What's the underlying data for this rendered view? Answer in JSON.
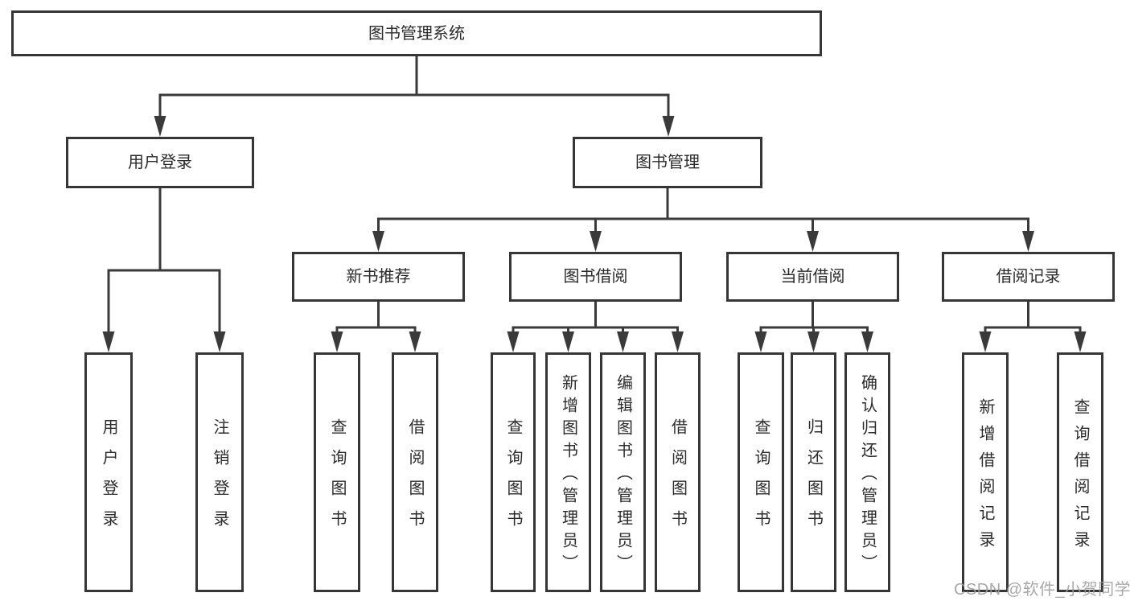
{
  "diagram": {
    "title": "图书管理系统",
    "root": "图书管理系统",
    "level2": [
      "用户登录",
      "图书管理"
    ],
    "level3": [
      "新书推荐",
      "图书借阅",
      "当前借阅",
      "借阅记录"
    ],
    "leaves": [
      "用户登录",
      "注销登录",
      "查询图书",
      "借阅图书",
      "查询图书",
      "新增图书（管理员）",
      "编辑图书（管理员）",
      "借阅图书",
      "查询图书",
      "归还图书",
      "确认归还（管理员）",
      "新增借阅记录",
      "查询借阅记录"
    ]
  },
  "watermark": {
    "text": "CSDN @软件_小贺同学"
  },
  "colors": {
    "line": "#3a3a3a",
    "box_border": "#363636",
    "text": "#2b2b2b",
    "watermark": "#9e9e9e",
    "background": "#ffffff"
  }
}
